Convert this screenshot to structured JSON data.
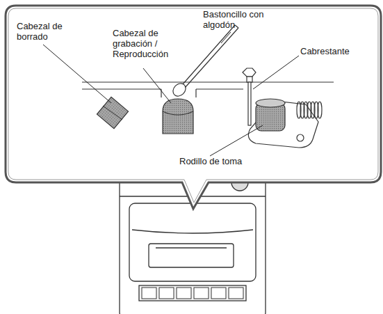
{
  "diagram": {
    "labels": [
      "Cabezal de borrado",
      "Cabezal de grabación / Reproducción",
      "Bastoncillo con algodón",
      "Cabrestante",
      "Rodillo de toma"
    ]
  }
}
